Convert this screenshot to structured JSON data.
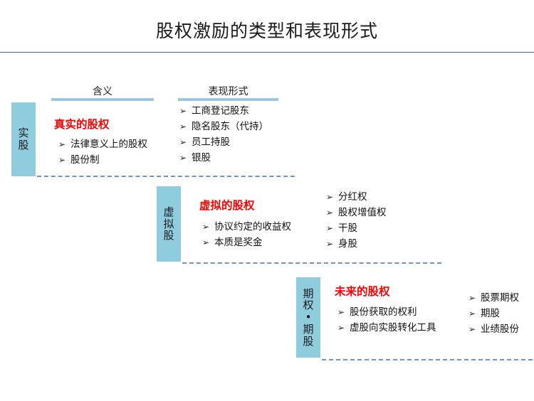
{
  "slide": {
    "title": "股权激励的类型和表现形式",
    "accent_blue": "#8FCCDE",
    "rule_blue": "#3E6FA8",
    "dash_blue": "#6E94CB",
    "heading_red": "#FF0000"
  },
  "columns": [
    {
      "label": "含义"
    },
    {
      "label": "表现形式"
    }
  ],
  "rows": [
    {
      "tag_chars": [
        "实",
        "股"
      ],
      "heading": "真实的股权",
      "meaning_items": [
        "法律意义上的股权",
        "股份制"
      ],
      "form_items": [
        "工商登记股东",
        "隐名股东（代持）",
        "员工持股",
        "银股"
      ],
      "bullet_glyph": "➢"
    },
    {
      "tag_chars": [
        "虚",
        "拟",
        "股"
      ],
      "heading": "虚拟的股权",
      "meaning_items": [
        "协议约定的收益权",
        "本质是奖金"
      ],
      "form_items": [
        "分红权",
        "股权增值权",
        "干股",
        "身股"
      ],
      "bullet_glyph": "➢"
    },
    {
      "tag_chars": [
        "期",
        "权",
        "•",
        "期",
        "股"
      ],
      "heading": "未来的股权",
      "meaning_items": [
        "股份获取的权利",
        "虚股向实股转化工具"
      ],
      "form_items": [
        "股票期权",
        "期股",
        "业绩股份"
      ],
      "bullet_glyph": "➢"
    }
  ]
}
